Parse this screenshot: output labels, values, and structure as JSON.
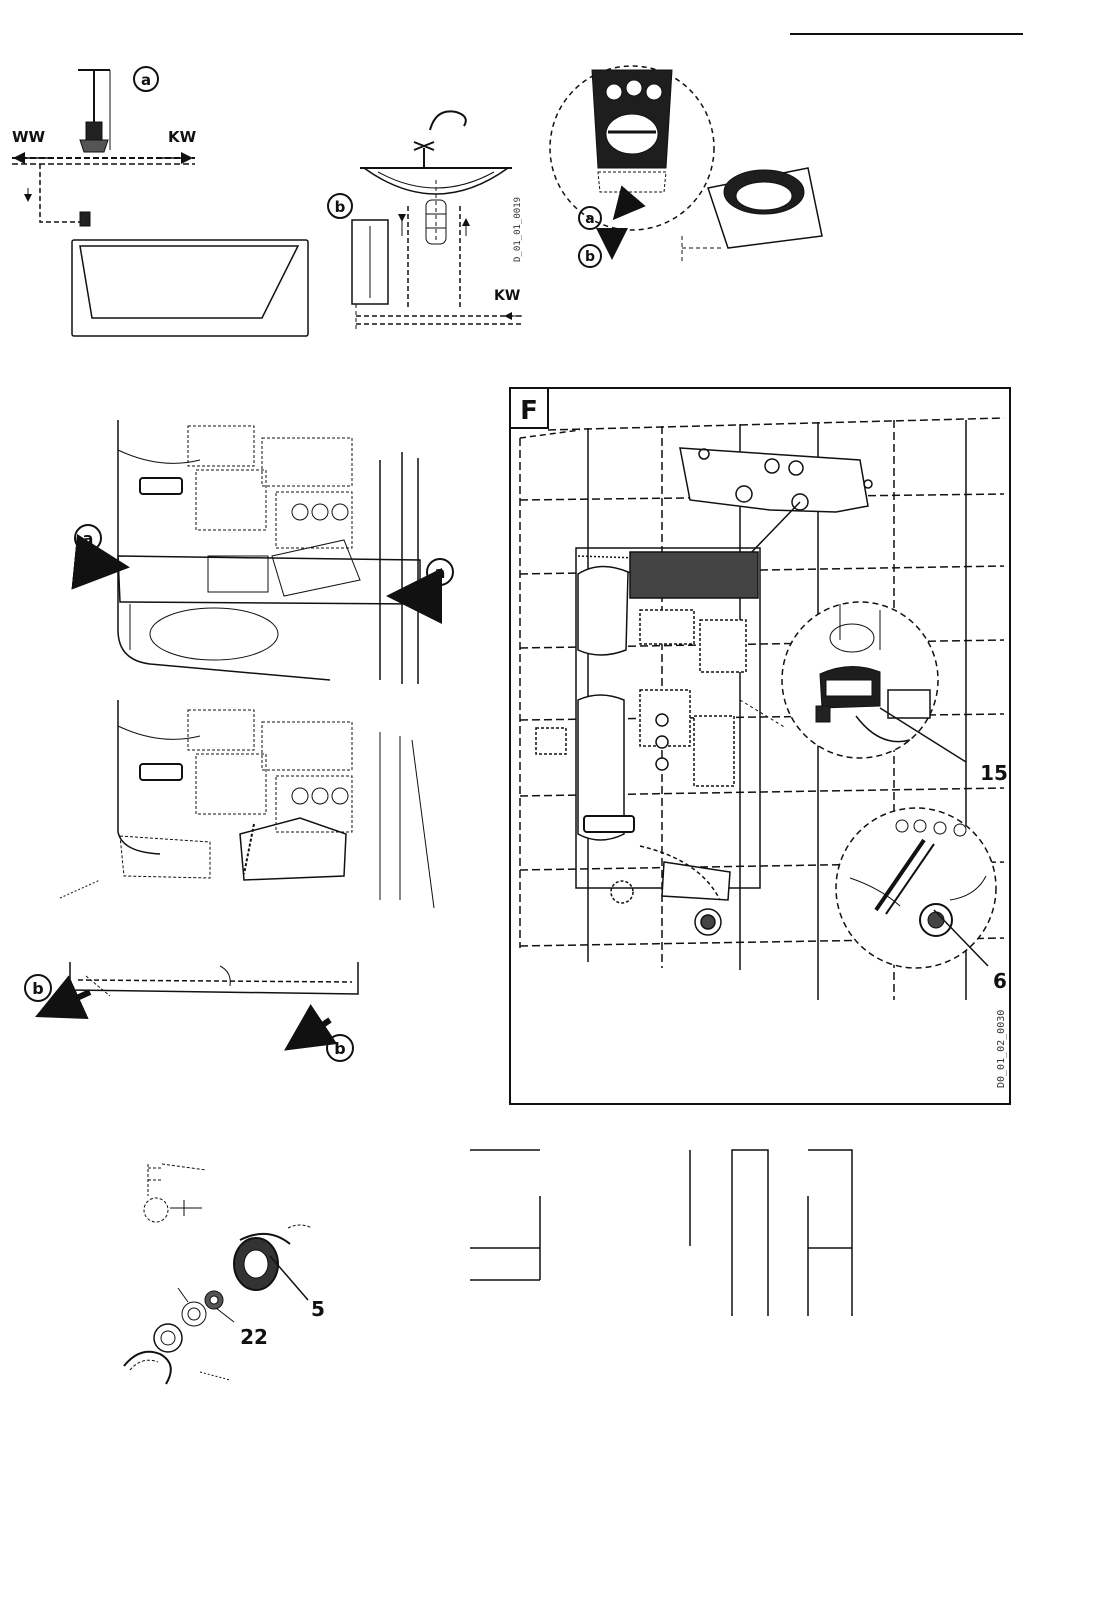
{
  "fig1": {
    "label_a": "a",
    "ww": "WW",
    "kw": "KW"
  },
  "fig2": {
    "label_b": "b",
    "kw": "KW",
    "code": "D_01_01_0019"
  },
  "fig3": {
    "label_a": "a",
    "label_b": "b"
  },
  "fig4": {
    "label_a_left": "a",
    "label_a_right": "a",
    "label_b_left": "b",
    "label_b_right": "b"
  },
  "figF": {
    "title": "F",
    "callout_15": "15",
    "callout_6": "6",
    "code": "D0_01_02_0030"
  },
  "fig5": {
    "callout_5": "5",
    "callout_22": "22"
  }
}
